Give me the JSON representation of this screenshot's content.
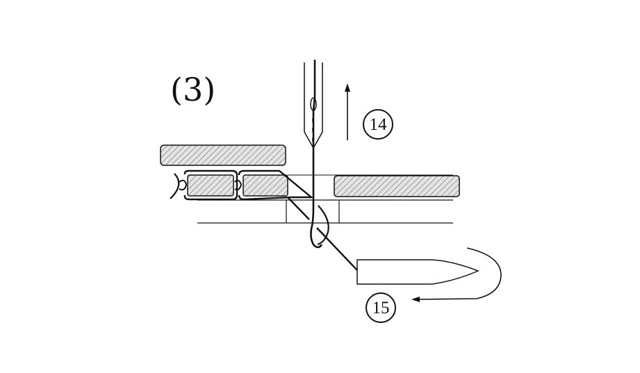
{
  "step_label": "(3)",
  "needle_motion_label": "14",
  "hook_motion_label": "15",
  "colors": {
    "line": "#111111",
    "hatch": "#888888",
    "fabric_fill": "#e4e4e4",
    "background": "#ffffff"
  }
}
